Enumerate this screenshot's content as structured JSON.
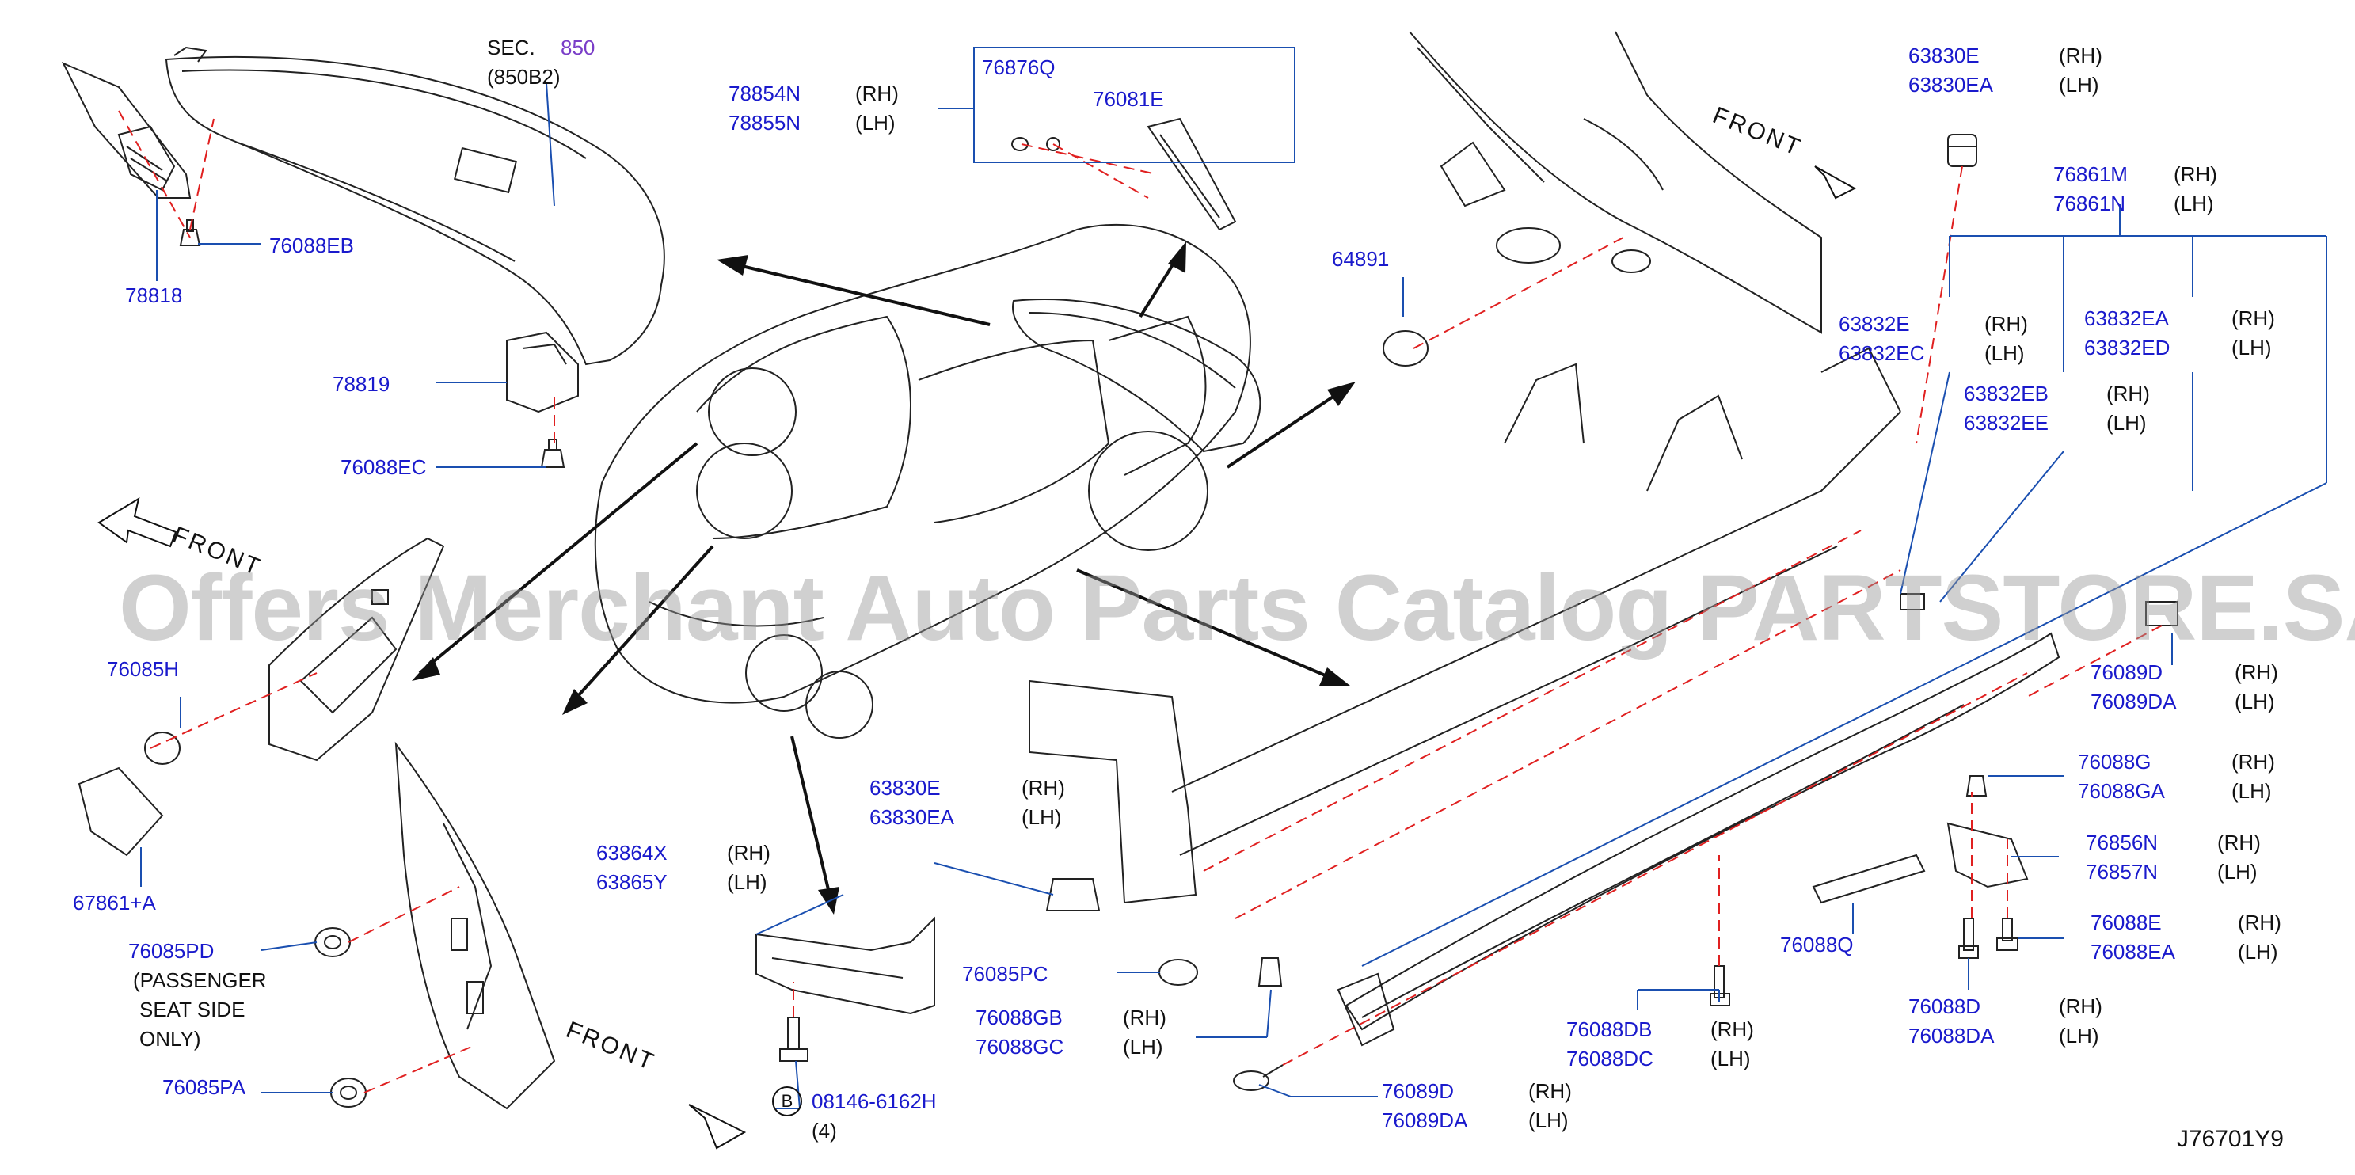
{
  "watermark": "Offers Merchant Auto Parts Catalog PARTSTORE.SA",
  "figure_id": "J76701Y9",
  "front_label": "FRONT",
  "sec": {
    "prefix": "SEC.",
    "number": "850",
    "sub": "(850B2)"
  },
  "side": {
    "rh": "(RH)",
    "lh": "(LH)"
  },
  "parts": {
    "p78854N": "78854N",
    "p78855N": "78855N",
    "p76876Q": "76876Q",
    "p76081E": "76081E",
    "p78818": "78818",
    "p76088EB": "76088EB",
    "p78819": "78819",
    "p76088EC": "76088EC",
    "p64891": "64891",
    "p63830E_top": "63830E",
    "p63830EA_top": "63830EA",
    "p76861M": "76861M",
    "p76861N": "76861N",
    "p63832E": "63832E",
    "p63832EC": "63832EC",
    "p63832EA": "63832EA",
    "p63832ED": "63832ED",
    "p63832EB": "63832EB",
    "p63832EE": "63832EE",
    "p76085H": "76085H",
    "p67861A": "67861+A",
    "p76089D_r": "76089D",
    "p76089DA_r": "76089DA",
    "p76088G": "76088G",
    "p76088GA": "76088GA",
    "p76856N": "76856N",
    "p76857N": "76857N",
    "p76088E": "76088E",
    "p76088EA": "76088EA",
    "p76088D": "76088D",
    "p76088DA": "76088DA",
    "p63830E_mid": "63830E",
    "p63830EA_mid": "63830EA",
    "p63864X": "63864X",
    "p63865Y": "63865Y",
    "p76085PD": "76085PD",
    "pd_note_1": "(PASSENGER",
    "pd_note_2": "SEAT  SIDE",
    "pd_note_3": "ONLY)",
    "p76085PA": "76085PA",
    "p76085PC": "76085PC",
    "p76088GB": "76088GB",
    "p76088GC": "76088GC",
    "p76088Q": "76088Q",
    "p76088DB": "76088DB",
    "p76088DC": "76088DC",
    "p76089D_b": "76089D",
    "p76089DA_b": "76089DA",
    "bolt_circle": "B",
    "p08146": "08146-6162H",
    "bolt_qty": "(4)"
  },
  "colors": {
    "label_blue": "#1a1acc",
    "sec_purple": "#7a3ec8",
    "dashed_red": "#e02020",
    "leader_blue": "#1a4fb0",
    "line": "#222222"
  }
}
